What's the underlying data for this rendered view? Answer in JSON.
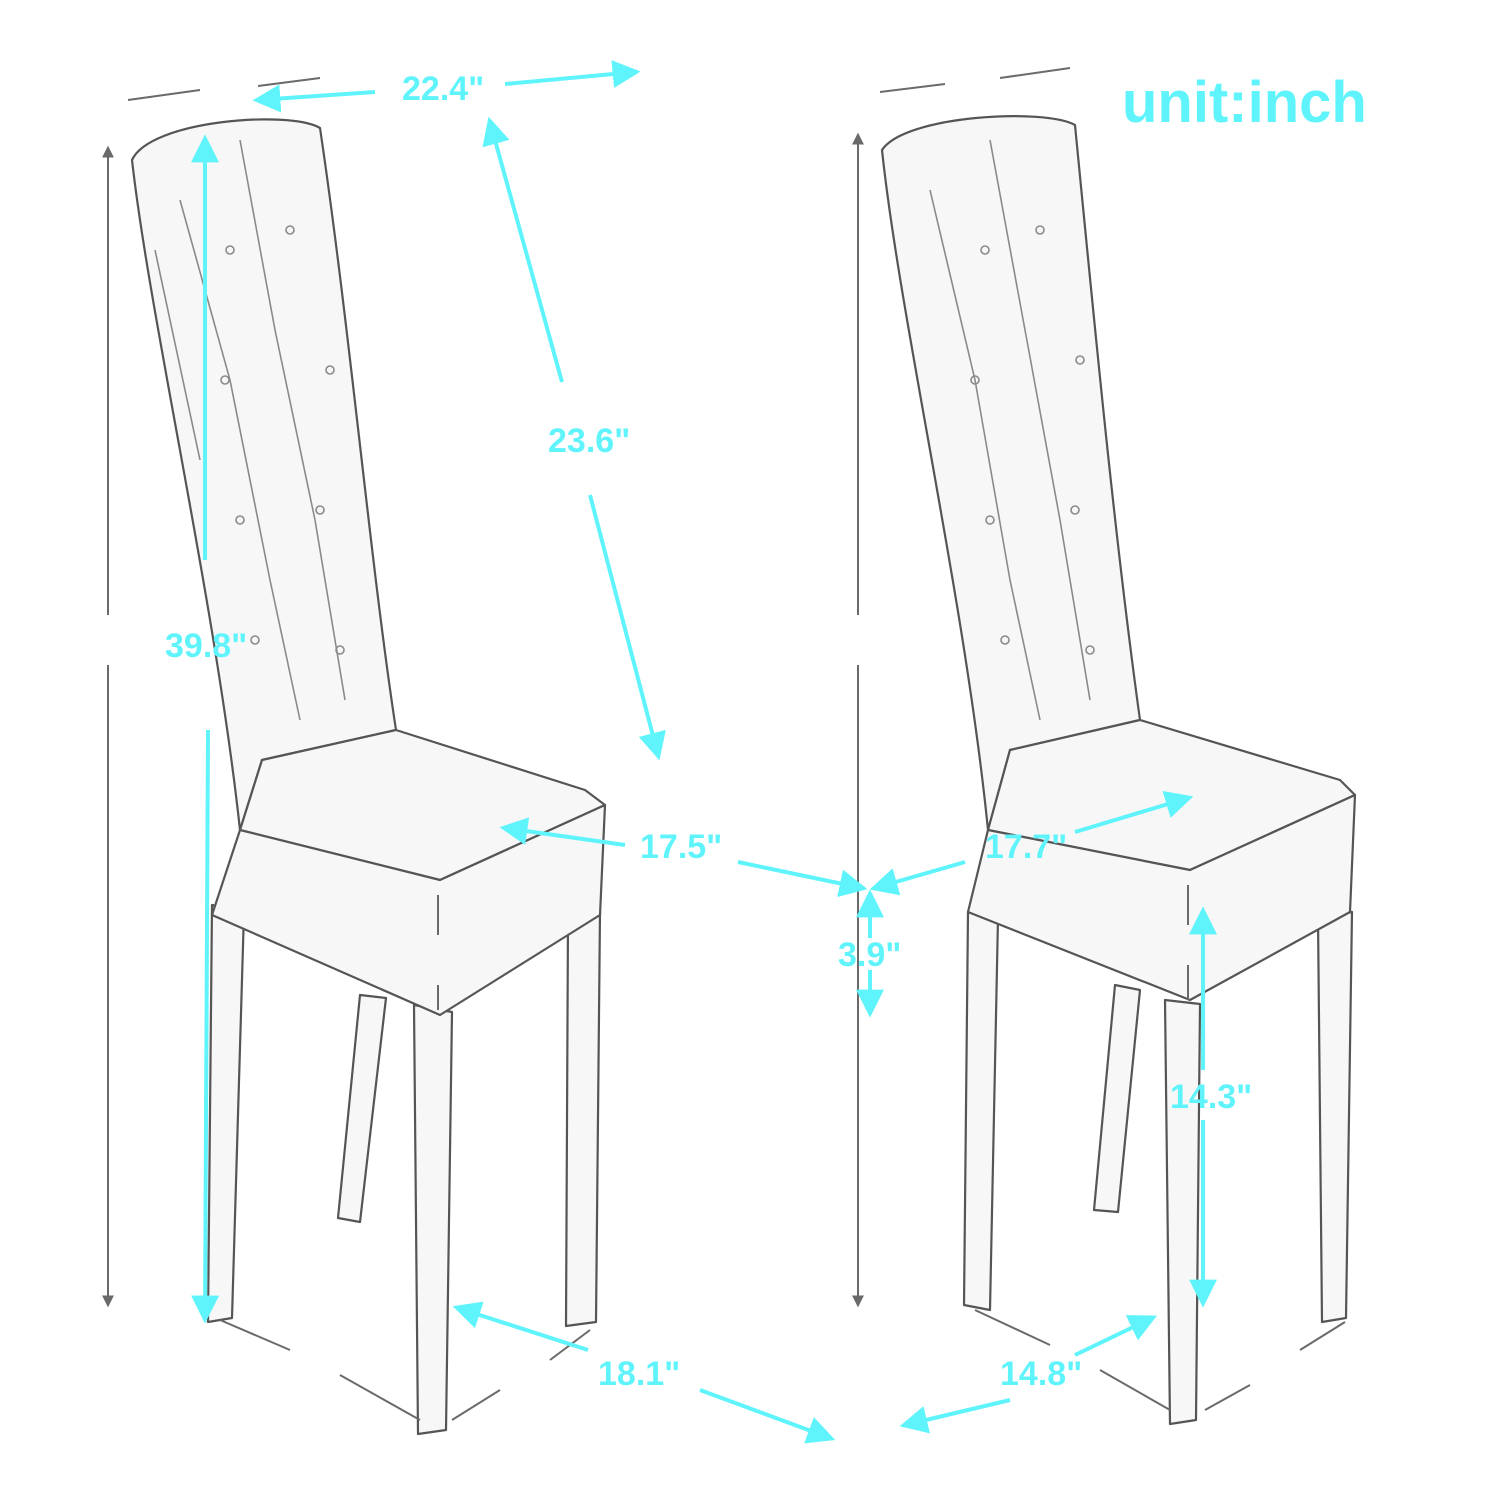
{
  "unit_label": "unit:inch",
  "colors": {
    "accent": "#5ff4fb",
    "ink": "#555555",
    "ghost_text": "#7a7a7a"
  },
  "left_chair": {
    "back_top_width": "22.4\"",
    "back_height": "23.6\"",
    "total_height": "39.8\"",
    "seat_width": "17.5\"",
    "floor_width": "18.1\""
  },
  "center": {
    "seat_thickness": "3.9\""
  },
  "right_chair": {
    "seat_depth": "17.7\"",
    "seat_height": "14.3\"",
    "floor_depth": "14.8\""
  }
}
